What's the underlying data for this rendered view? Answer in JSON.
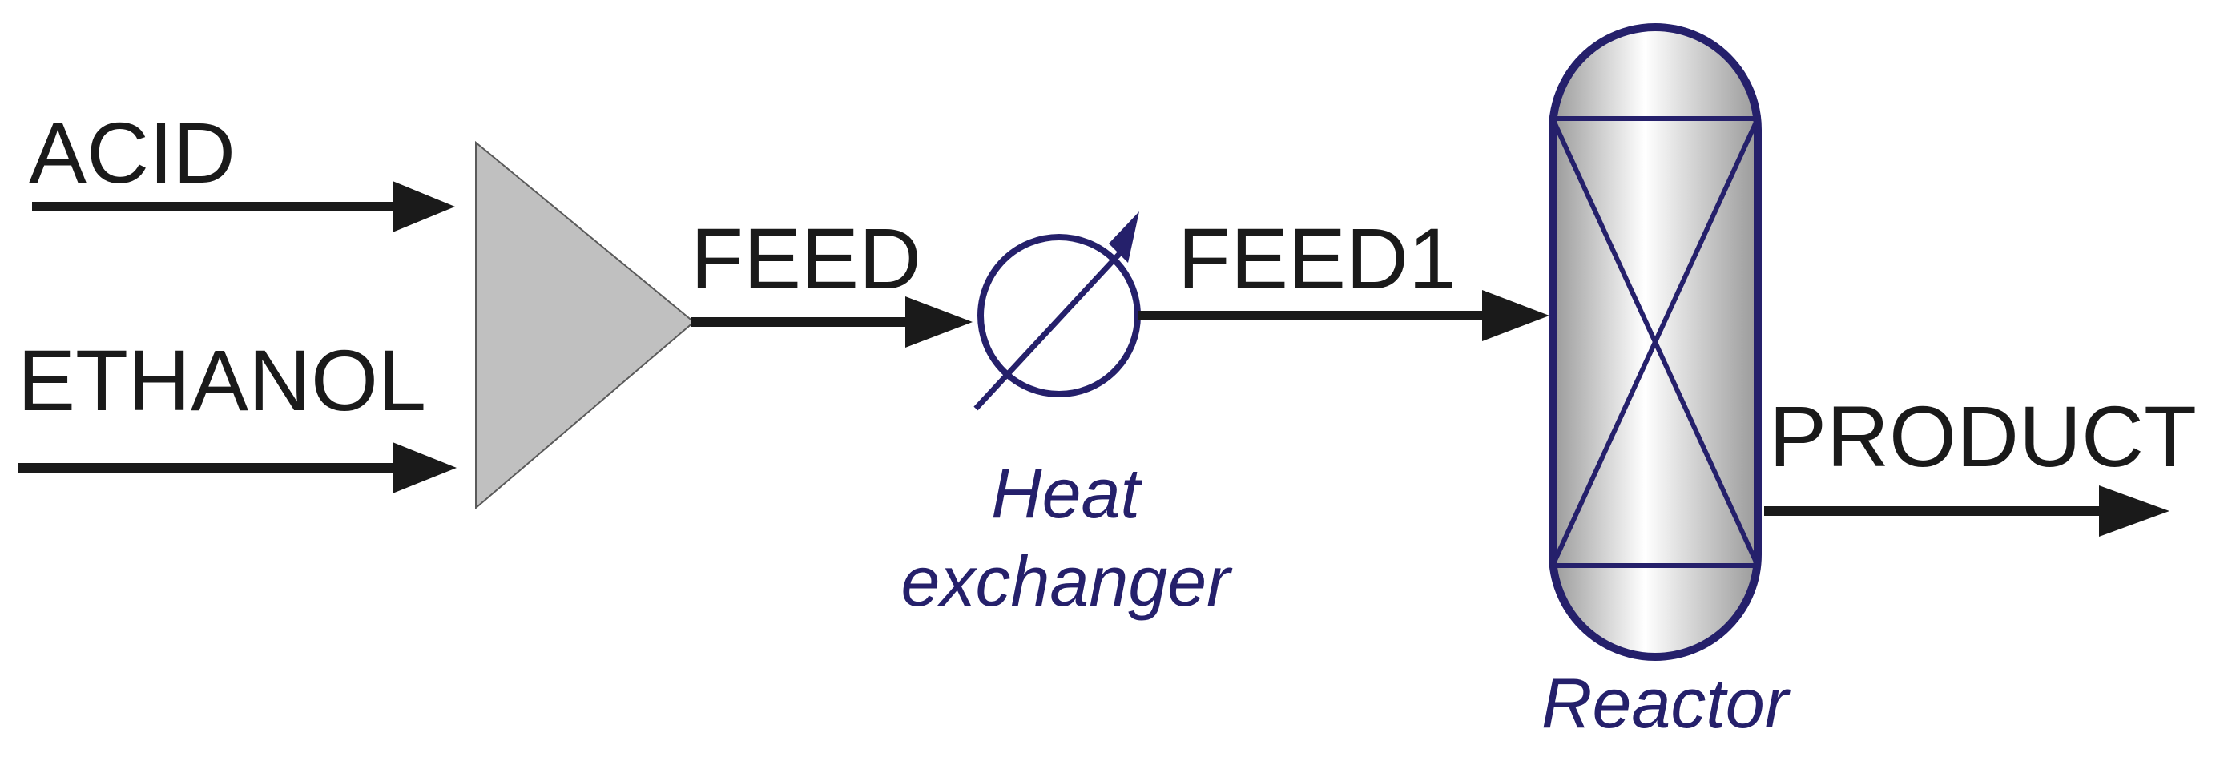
{
  "streams": {
    "acid": "ACID",
    "ethanol": "ETHANOL",
    "feed": "FEED",
    "feed1": "FEED1",
    "product": "PRODUCT"
  },
  "units": {
    "heat_exchanger_line1": "Heat",
    "heat_exchanger_line2": "exchanger",
    "reactor": "Reactor"
  },
  "colors": {
    "stream": "#1a1a1a",
    "unit_outline": "#25206b",
    "unit_label": "#25206b",
    "mixer_fill": "#c0c0c0"
  }
}
